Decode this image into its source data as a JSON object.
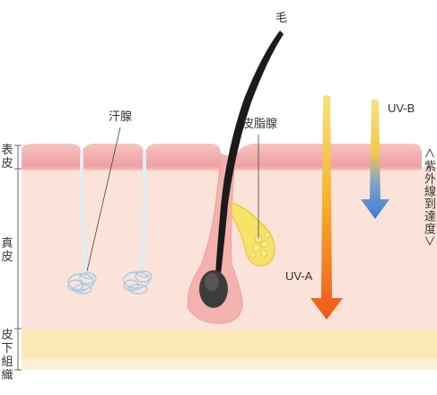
{
  "labels": {
    "hair": "毛",
    "sweat_gland": "汗腺",
    "sebaceous_gland": "皮脂腺",
    "uva": "UV-A",
    "uvb": "UV-B",
    "uv_reach": "＜紫外線到達度＞"
  },
  "layers": {
    "epidermis": "表皮",
    "dermis": "真皮",
    "subcutaneous": "皮下組織"
  },
  "colors": {
    "background": "#ffffff",
    "epidermis": "#f4a9a8",
    "dermis": "#fbe0d8",
    "subcutaneous": "#fbe8b4",
    "hair": "#1b1b1b",
    "sweat_gland": "#a9cbe6",
    "sebaceous_gland": "#f5e04a",
    "uva_top": "#f8d84a",
    "uva_bottom": "#f25a1a",
    "uvb_top": "#f6d96a",
    "uvb_bottom": "#3f7fcf"
  }
}
